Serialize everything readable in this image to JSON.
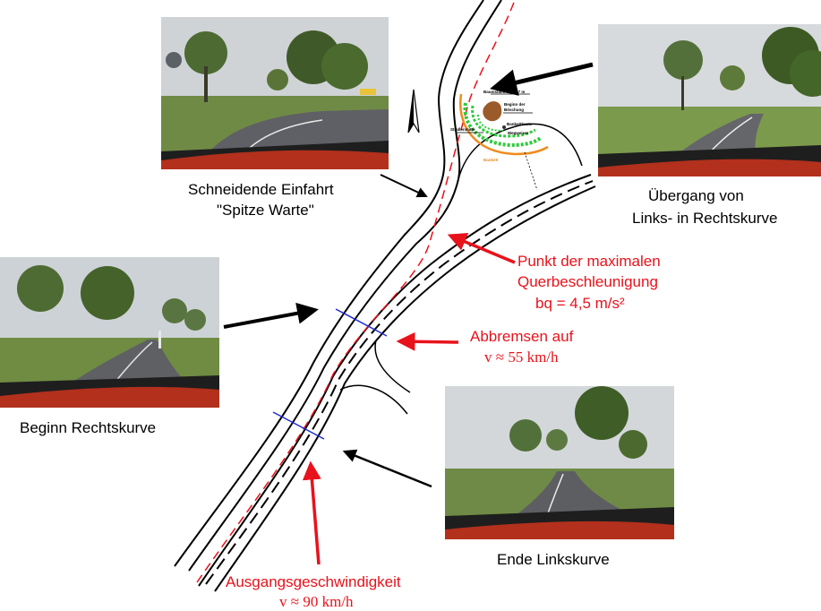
{
  "labels": {
    "schneidende_line1": "Schneidende Einfahrt",
    "schneidende_line2": "\"Spitze Warte\"",
    "uebergang_line1": "Übergang von",
    "uebergang_line2": "Links- in Rechtskurve",
    "beginn": "Beginn Rechtskurve",
    "ende": "Ende Linkskurve",
    "punkt_line1": "Punkt der maximalen",
    "punkt_line2": "Querbeschleunigung",
    "punkt_line3": "bq = 4,5 m/s²",
    "abbremsen_line1": "Abbremsen auf",
    "abbremsen_line2": "v ≈ 55 km/h",
    "ausgang_line1": "Ausgangsgeschwindigkeit",
    "ausgang_line2": "v ≈ 90 km/h"
  },
  "colors": {
    "road_line": "#000000",
    "ideal_line": "#e8121b",
    "marker_line": "#1f2bd6",
    "annotation_red": "#e8121b",
    "inset_green": "#2ecc3a",
    "inset_orange": "#f08a1c",
    "inset_brown": "#9b5a2a"
  },
  "inset": {
    "label_1": "Baumstamm",
    "label_2": "d = 2,7 m",
    "label_3": "Beginn der",
    "label_4": "Böschung",
    "label_5": "Bankettkante",
    "label_6": "Straßenmitte",
    "label_7": "Wegweiser",
    "label_8": "Bankett"
  },
  "icons": {
    "north": "north-arrow-icon",
    "tree": "tree-icon"
  }
}
